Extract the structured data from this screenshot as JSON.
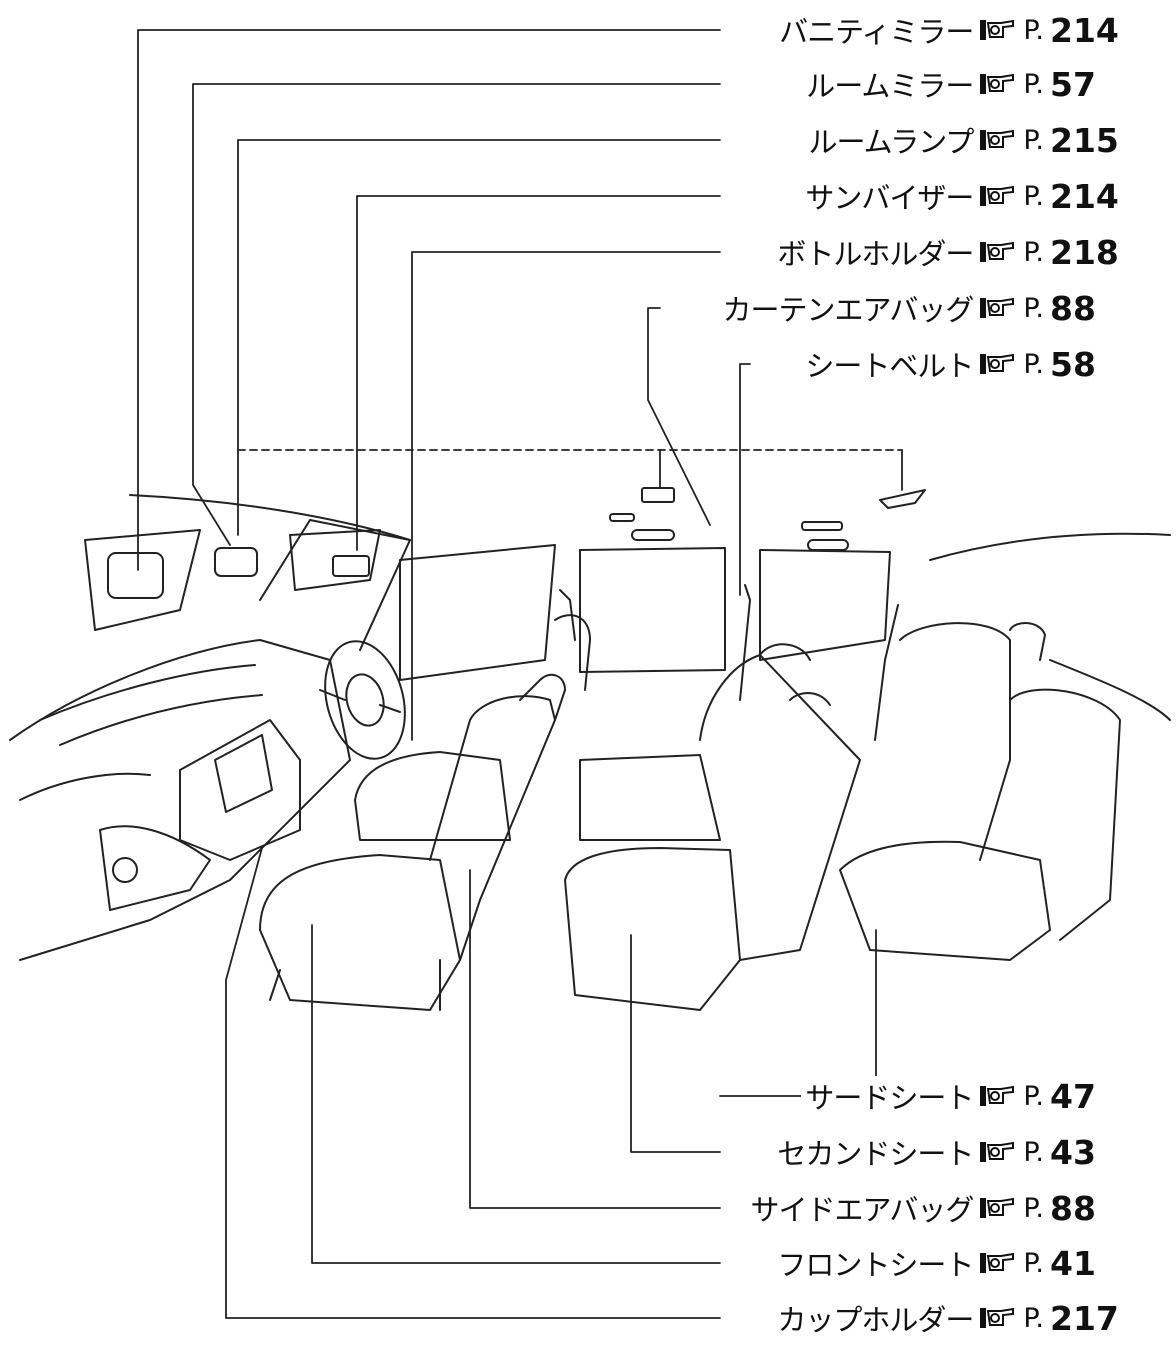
{
  "callouts": [
    {
      "id": "vanity-mirror",
      "label": "バニティミラー",
      "p": "P.",
      "page": "214"
    },
    {
      "id": "room-mirror",
      "label": "ルームミラー",
      "p": "P.",
      "page": "57"
    },
    {
      "id": "room-lamp",
      "label": "ルームランプ",
      "p": "P.",
      "page": "215"
    },
    {
      "id": "sun-visor",
      "label": "サンバイザー",
      "p": "P.",
      "page": "214"
    },
    {
      "id": "bottle-holder",
      "label": "ボトルホルダー",
      "p": "P.",
      "page": "218"
    },
    {
      "id": "curtain-airbag",
      "label": "カーテンエアバッグ",
      "p": "P.",
      "page": "88"
    },
    {
      "id": "seat-belt",
      "label": "シートベルト",
      "p": "P.",
      "page": "58"
    },
    {
      "id": "third-seat",
      "label": "サードシート",
      "p": "P.",
      "page": "47"
    },
    {
      "id": "second-seat",
      "label": "セカンドシート",
      "p": "P.",
      "page": "43"
    },
    {
      "id": "side-airbag",
      "label": "サイドエアバッグ",
      "p": "P.",
      "page": "88"
    },
    {
      "id": "front-seat",
      "label": "フロントシート",
      "p": "P.",
      "page": "41"
    },
    {
      "id": "cup-holder",
      "label": "カップホルダー",
      "p": "P.",
      "page": "217"
    }
  ],
  "icons": {
    "reference": "pointing-hand-reference-icon"
  }
}
